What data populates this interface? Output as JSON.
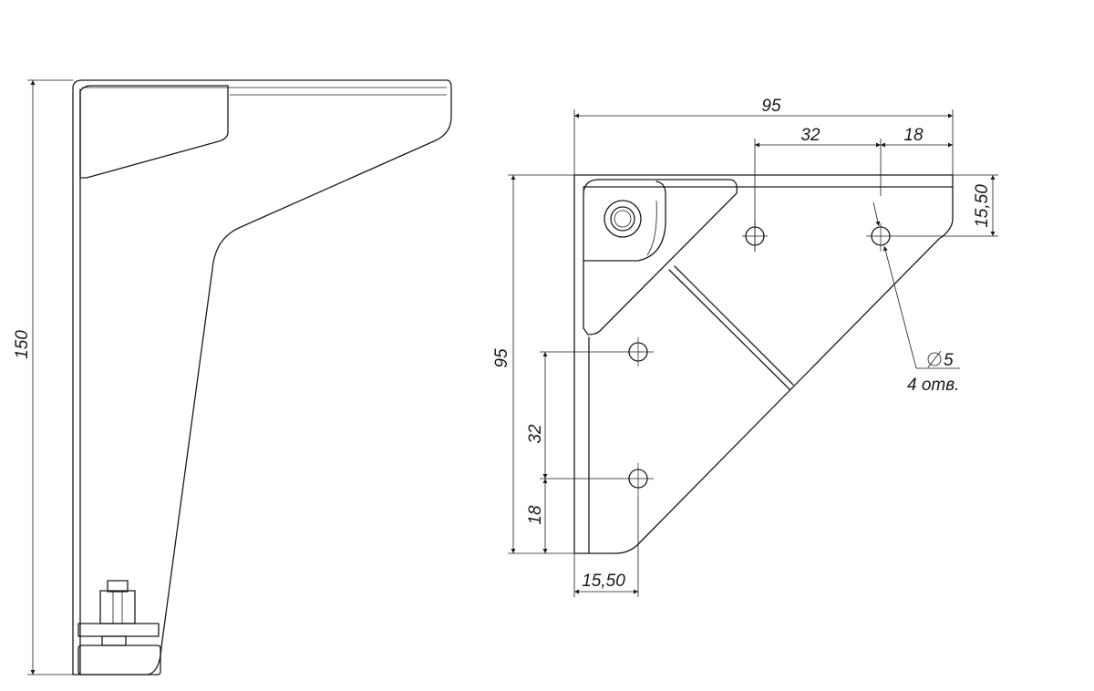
{
  "side_view": {
    "height_label": "150"
  },
  "plan_view": {
    "width_label": "95",
    "hole_spacing_top": "32",
    "edge_offset_top": "18",
    "edge_offset_right": "15,50",
    "depth_label": "95",
    "hole_spacing_left": "32",
    "edge_offset_bottom": "18",
    "edge_offset_left": "15,50",
    "hole_diameter": "5",
    "hole_count": "4 отв."
  }
}
